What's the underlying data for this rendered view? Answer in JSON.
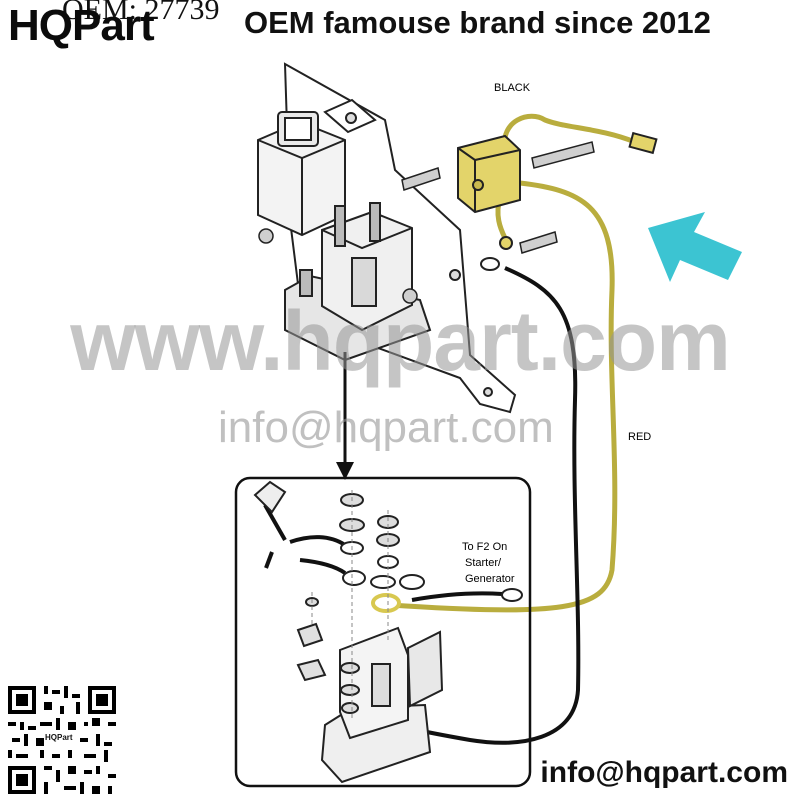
{
  "header": {
    "brand": "HQPart",
    "oem_label": "OEM: 27739",
    "tagline": "OEM famouse brand since 2012"
  },
  "diagram": {
    "labels": {
      "black": "BLACK",
      "red": "RED",
      "to_f2_line1": "To F2 On",
      "to_f2_line2": "Starter/",
      "to_f2_line3": "Generator"
    },
    "colors": {
      "yellow_wire": "#b9ad3e",
      "yellow_part": "#e3d46a",
      "pointer_arrow": "#3cc4d2",
      "black_wire": "#111111"
    }
  },
  "watermarks": {
    "url": "www.hqpart.com",
    "email": "info@hqpart.com"
  },
  "footer": {
    "email": "info@hqpart.com",
    "qr_text": "HQPart"
  }
}
